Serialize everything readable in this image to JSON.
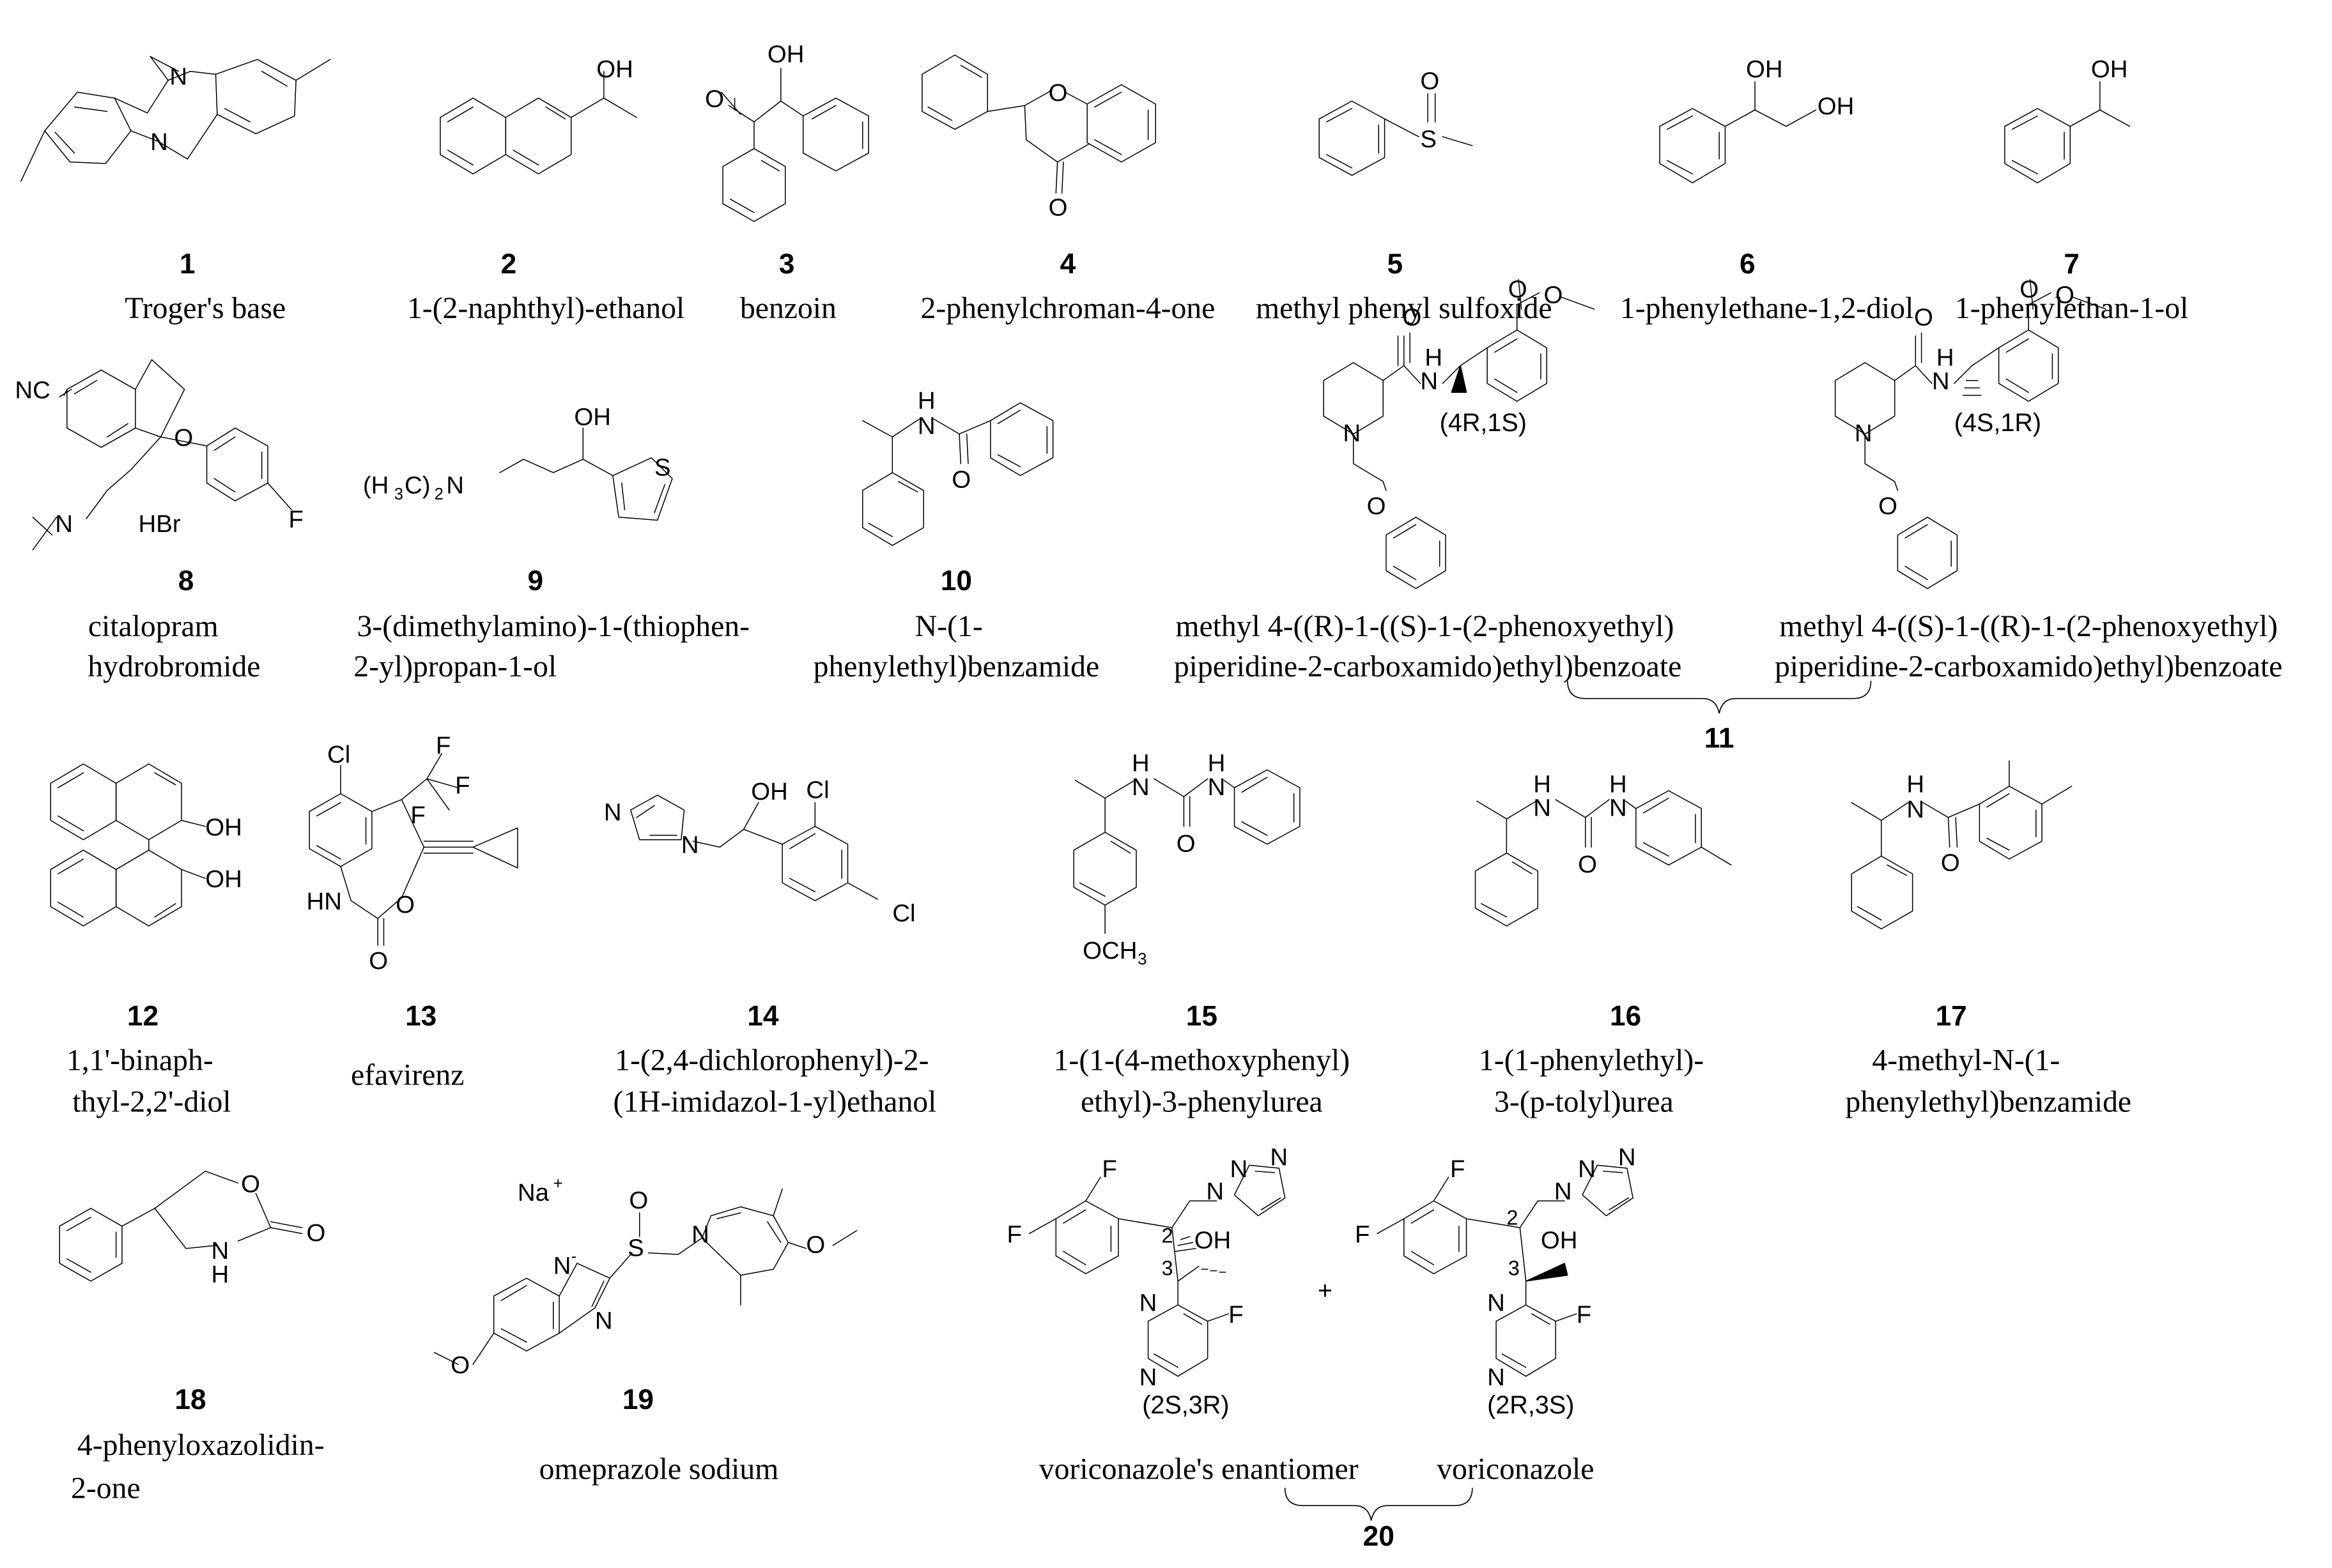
{
  "compounds": [
    {
      "number": "1",
      "name_lines": [
        "Troger's base"
      ]
    },
    {
      "number": "2",
      "name_lines": [
        "1-(2-naphthyl)-ethanol"
      ]
    },
    {
      "number": "3",
      "name_lines": [
        "benzoin"
      ]
    },
    {
      "number": "4",
      "name_lines": [
        "2-phenylchroman-4-one"
      ]
    },
    {
      "number": "5",
      "name_lines": [
        "methyl phenyl sulfoxide"
      ]
    },
    {
      "number": "6",
      "name_lines": [
        "1-phenylethane-1,2-diol"
      ]
    },
    {
      "number": "7",
      "name_lines": [
        "1-phenylethan-1-ol"
      ]
    },
    {
      "number": "8",
      "name_lines": [
        "citalopram",
        "hydrobromide"
      ]
    },
    {
      "number": "9",
      "name_lines": [
        "3-(dimethylamino)-1-(thiophen-",
        "2-yl)propan-1-ol"
      ]
    },
    {
      "number": "10",
      "name_lines": [
        "N-(1-",
        "phenylethyl)benzamide"
      ]
    },
    {
      "number": "11",
      "name_lines": [
        "methyl 4-((R)-1-((S)-1-(2-phenoxyethyl)",
        "piperidine-2-carboxamido)ethyl)benzoate",
        "methyl 4-((S)-1-((R)-1-(2-phenoxyethyl)",
        "piperidine-2-carboxamido)ethyl)benzoate"
      ]
    },
    {
      "number": "12",
      "name_lines": [
        "1,1'-binaph-",
        "thyl-2,2'-diol"
      ]
    },
    {
      "number": "13",
      "name_lines": [
        "efavirenz"
      ]
    },
    {
      "number": "14",
      "name_lines": [
        "1-(2,4-dichlorophenyl)-2-",
        "(1H-imidazol-1-yl)ethanol"
      ]
    },
    {
      "number": "15",
      "name_lines": [
        "1-(1-(4-methoxyphenyl)",
        "ethyl)-3-phenylurea"
      ]
    },
    {
      "number": "16",
      "name_lines": [
        "1-(1-phenylethyl)-",
        "3-(p-tolyl)urea"
      ]
    },
    {
      "number": "17",
      "name_lines": [
        "4-methyl-N-(1-",
        "phenylethyl)benzamide"
      ]
    },
    {
      "number": "18",
      "name_lines": [
        "4-phenyloxazolidin-",
        "2-one"
      ]
    },
    {
      "number": "19",
      "name_lines": [
        "omeprazole sodium"
      ]
    },
    {
      "number": "20",
      "name_lines": [
        "voriconazole's enantiomer",
        "voriconazole"
      ]
    }
  ],
  "stereo_labels": {
    "c11a": "(4R,1S)",
    "c11b": "(4S,1R)",
    "c20a": "(2S,3R)",
    "c20b": "(2R,3S)"
  },
  "atoms": {
    "N": "N",
    "O": "O",
    "S": "S",
    "F": "F",
    "Cl": "Cl",
    "H": "H",
    "OH": "OH",
    "NC": "NC",
    "HBr": "HBr",
    "HN": "HN",
    "OCH3": "OCH",
    "CH3sub": "3",
    "Na": "Na",
    "plus": "+",
    "minus": "-",
    "H3C2N_a": "(H",
    "H3C2N_b": "3",
    "H3C2N_c": "C)",
    "H3C2N_d": "2",
    "H3C2N_e": "N",
    "loc2": "2",
    "loc3": "3",
    "plus_sign": "+"
  }
}
